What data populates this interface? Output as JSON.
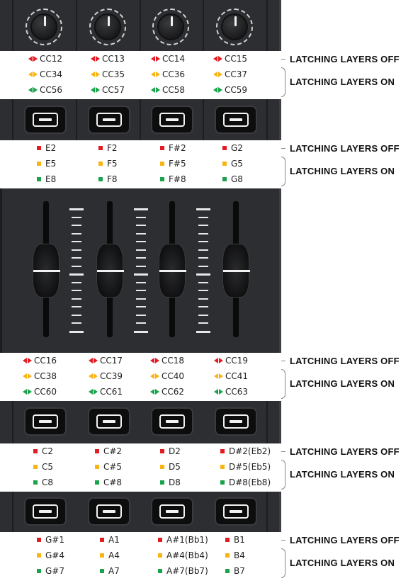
{
  "colors": {
    "red": "#e31b23",
    "yellow": "#f9b414",
    "green": "#19a34a"
  },
  "layer_labels": {
    "off": "LATCHING LAYERS OFF",
    "on": "LATCHING LAYERS ON"
  },
  "sections": {
    "knobs_cc": {
      "red": [
        "CC12",
        "CC13",
        "CC14",
        "CC15"
      ],
      "yellow": [
        "CC34",
        "CC35",
        "CC36",
        "CC37"
      ],
      "green": [
        "CC56",
        "CC57",
        "CC58",
        "CC59"
      ]
    },
    "buttons_row1": {
      "red": [
        "E2",
        "F2",
        "F#2",
        "G2"
      ],
      "yellow": [
        "E5",
        "F5",
        "F#5",
        "G5"
      ],
      "green": [
        "E8",
        "F8",
        "F#8",
        "G8"
      ]
    },
    "faders_cc": {
      "red": [
        "CC16",
        "CC17",
        "CC18",
        "CC19"
      ],
      "yellow": [
        "CC38",
        "CC39",
        "CC40",
        "CC41"
      ],
      "green": [
        "CC60",
        "CC61",
        "CC62",
        "CC63"
      ]
    },
    "buttons_row2": {
      "red": [
        "C2",
        "C#2",
        "D2",
        "D#2(Eb2)"
      ],
      "yellow": [
        "C5",
        "C#5",
        "D5",
        "D#5(Eb5)"
      ],
      "green": [
        "C8",
        "C#8",
        "D8",
        "D#8(Eb8)"
      ]
    },
    "buttons_row3": {
      "red": [
        "G#1",
        "A1",
        "A#1(Bb1)",
        "B1"
      ],
      "yellow": [
        "G#4",
        "A4",
        "A#4(Bb4)",
        "B4"
      ],
      "green": [
        "G#7",
        "A7",
        "A#7(Bb7)",
        "B7"
      ]
    }
  },
  "icons": {
    "cc_marker": "double-arrow-icon",
    "note_marker": "square-icon",
    "knob": "knob-icon",
    "button": "pad-button-icon",
    "fader": "fader-icon"
  }
}
